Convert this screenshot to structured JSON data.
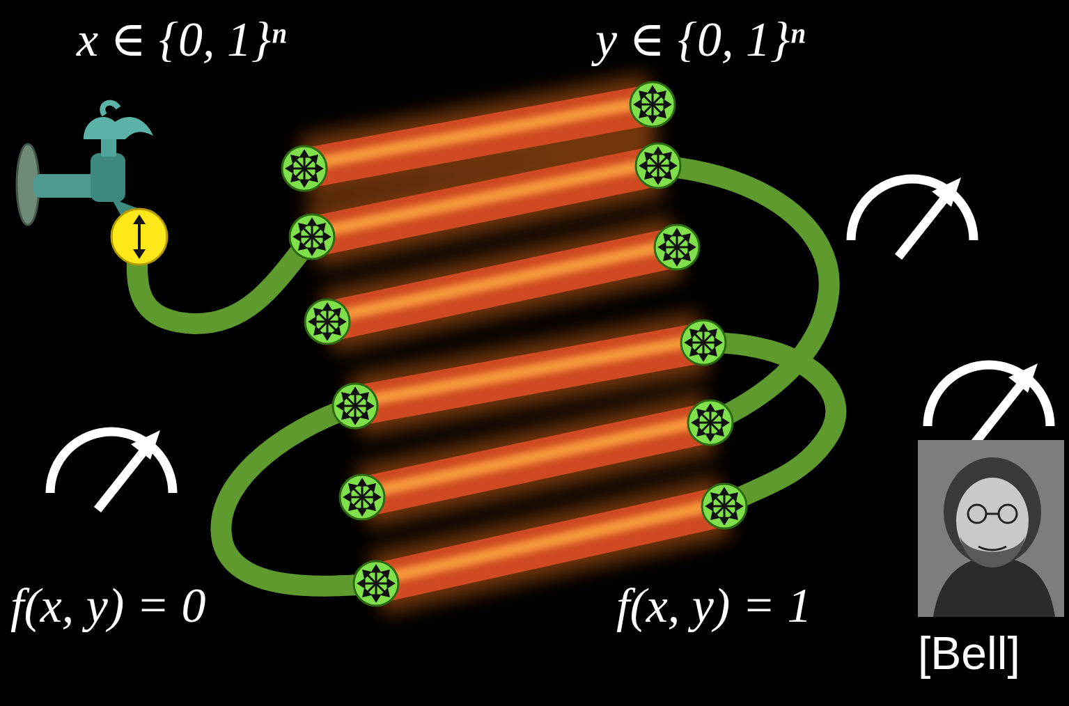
{
  "diagram": {
    "labels": [
      "x ∈ {0, 1}ⁿ",
      "y ∈ {0, 1}ⁿ",
      "f(x, y) = 0",
      "f(x, y) = 1",
      "[Bell]"
    ]
  }
}
